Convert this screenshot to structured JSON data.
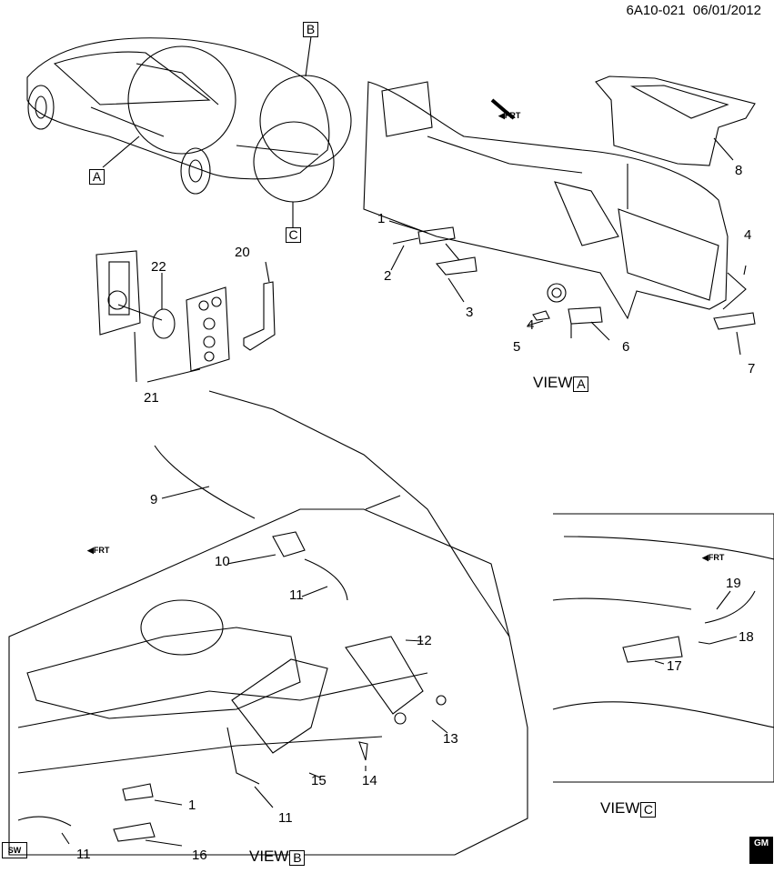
{
  "header": {
    "diagram_id": "6A10-021",
    "date": "06/01/2012"
  },
  "callouts": {
    "A": "A",
    "B": "B",
    "C": "C"
  },
  "views": {
    "A": {
      "label": "VIEW",
      "letter": "A"
    },
    "B": {
      "label": "VIEW",
      "letter": "B"
    },
    "C": {
      "label": "VIEW",
      "letter": "C"
    }
  },
  "frt_label": "FRT",
  "badges": {
    "sw": "SW",
    "gm": "GM"
  },
  "parts": [
    "1",
    "2",
    "3",
    "4",
    "4",
    "5",
    "6",
    "7",
    "8",
    "20",
    "21",
    "22",
    "9",
    "10",
    "11",
    "11",
    "11",
    "12",
    "13",
    "14",
    "15",
    "16",
    "1",
    "17",
    "18",
    "19"
  ]
}
